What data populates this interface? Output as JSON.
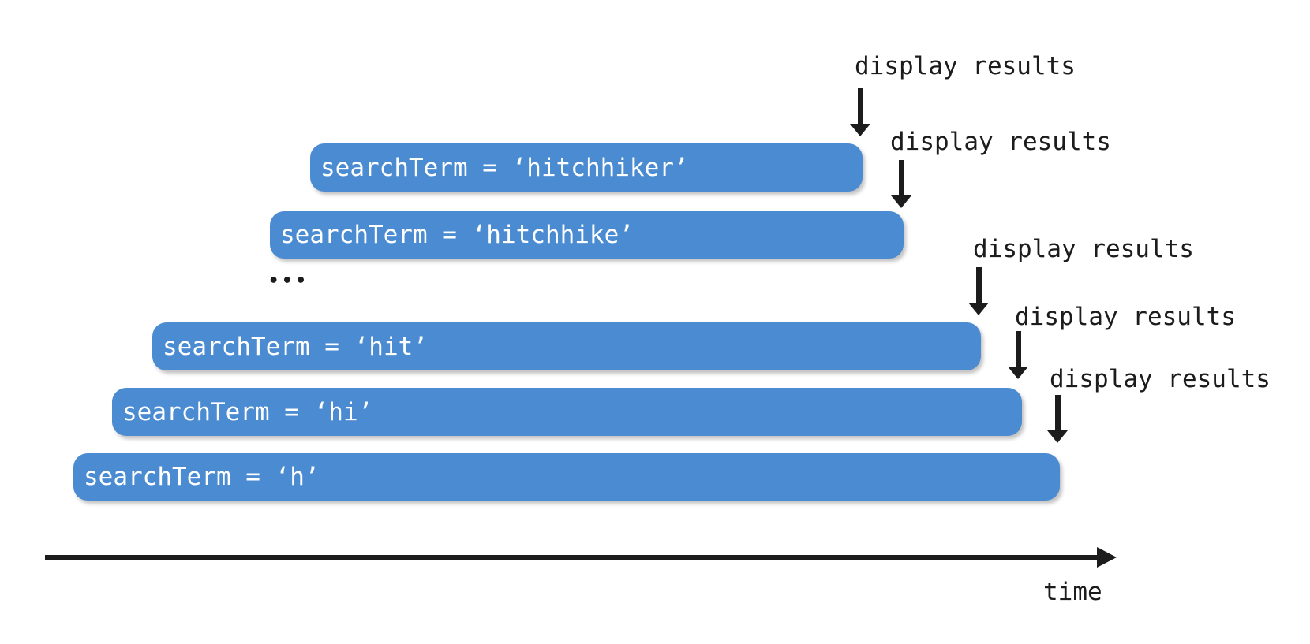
{
  "colors": {
    "background": "#ffffff",
    "bar_fill": "#4a8bd1",
    "bar_text": "#ffffff",
    "ink": "#1c1c1c"
  },
  "diagram": {
    "description": "Timeline diagram of overlapping search requests: each keystroke issues a request whose results are displayed later",
    "bars": [
      {
        "label": "searchTerm = ‘hitchhiker’"
      },
      {
        "label": "searchTerm = ‘hitchhike’"
      },
      {
        "label": "searchTerm = ‘hit’"
      },
      {
        "label": "searchTerm = ‘hi’"
      },
      {
        "label": "searchTerm = ‘h’"
      }
    ],
    "ellipsis": "•••",
    "events": [
      {
        "label": "display results"
      },
      {
        "label": "display results"
      },
      {
        "label": "display results"
      },
      {
        "label": "display results"
      },
      {
        "label": "display results"
      }
    ],
    "axis": {
      "label": "time"
    }
  }
}
